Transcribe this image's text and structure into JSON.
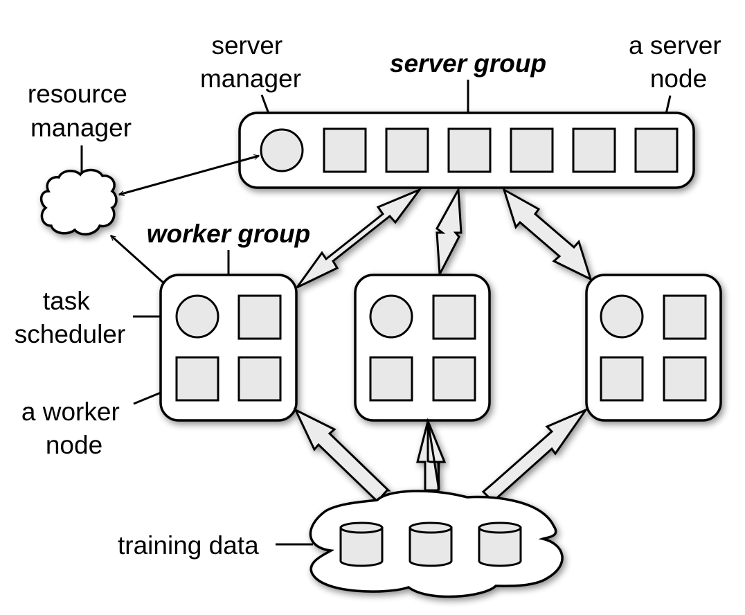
{
  "diagram": {
    "labels": {
      "server_manager": [
        "server",
        "manager"
      ],
      "server_group": "server group",
      "server_node": [
        "a server",
        "node"
      ],
      "resource_manager": [
        "resource",
        "manager"
      ],
      "worker_group": "worker group",
      "task_scheduler": [
        "task",
        "scheduler"
      ],
      "worker_node": [
        "a worker",
        "node"
      ],
      "training_data": "training data"
    },
    "server_group": {
      "manager_count": 1,
      "server_node_count": 6
    },
    "worker_groups": [
      {
        "scheduler_count": 1,
        "worker_node_count": 3
      },
      {
        "scheduler_count": 1,
        "worker_node_count": 3
      },
      {
        "scheduler_count": 1,
        "worker_node_count": 3
      }
    ],
    "training_data": {
      "storage_count": 3
    },
    "colors": {
      "node_fill": "#e8e8e8",
      "stroke": "#000000",
      "background": "#ffffff"
    }
  }
}
